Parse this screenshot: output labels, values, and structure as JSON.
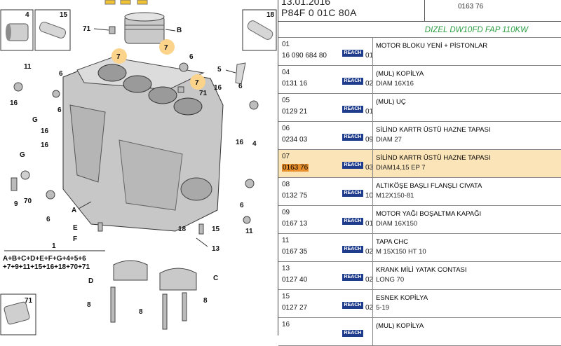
{
  "header": {
    "date": "13.01.2016",
    "model_code": "P84F 0 01C 80A",
    "selected_ref": "0163 76",
    "engine": "DIZEL DW10FD FAP 110KW"
  },
  "diagram": {
    "callouts": {
      "four": "4",
      "fifteen": "15",
      "eighteen": "18",
      "seventy_one": "71",
      "b": "B",
      "seven": "7",
      "five": "5",
      "eleven": "11",
      "six": "6",
      "sixteen": "16",
      "g": "G",
      "nine": "9",
      "seventy": "70",
      "a": "A",
      "e": "E",
      "f": "F",
      "one": "1",
      "d": "D",
      "c": "C",
      "eight": "8",
      "thirteen": "13"
    },
    "formula_line1": "A+B+C+D+E+F+G+4+5+6",
    "formula_line2": "+7+9+11+15+16+18+70+71"
  },
  "parts": [
    {
      "index": "01",
      "ref": "16 090 684 80",
      "badge": "REACH",
      "qty": "01",
      "name": "MOTOR BLOKU YENİ + PİSTONLAR",
      "desc": ""
    },
    {
      "index": "04",
      "ref": "0131 16",
      "badge": "REACH",
      "qty": "02",
      "name": "(MUL) KOPİLYA",
      "desc": "DIAM 16X16"
    },
    {
      "index": "05",
      "ref": "0129 21",
      "badge": "REACH",
      "qty": "01",
      "name": "(MUL) UÇ",
      "desc": ""
    },
    {
      "index": "06",
      "ref": "0234 03",
      "badge": "REACH",
      "qty": "09",
      "name": "SİLİND KARTR ÜSTÜ HAZNE TAPASI",
      "desc": "DIAM 27"
    },
    {
      "index": "07",
      "ref": "0163 76",
      "badge": "REACH",
      "qty": "03",
      "name": "SİLİND KARTR ÜSTÜ HAZNE TAPASI",
      "desc": "DIAM14,15 EP 7",
      "selected": true
    },
    {
      "index": "08",
      "ref": "0132 75",
      "badge": "REACH",
      "qty": "10",
      "name": "ALTIKÖŞE BAŞLI FLANŞLI CIVATA",
      "desc": "M12X150-81"
    },
    {
      "index": "09",
      "ref": "0167 13",
      "badge": "REACH",
      "qty": "01",
      "name": "MOTOR YAĞI BOŞALTMA KAPAĞI",
      "desc": "DIAM 16X150"
    },
    {
      "index": "11",
      "ref": "0167 35",
      "badge": "REACH",
      "qty": "02",
      "name": "TAPA CHC",
      "desc": "M 15X150 HT 10"
    },
    {
      "index": "13",
      "ref": "0127 40",
      "badge": "REACH",
      "qty": "02",
      "name": "KRANK MİLİ YATAK CONTASI",
      "desc": "LONG 70"
    },
    {
      "index": "15",
      "ref": "0127 27",
      "badge": "REACH",
      "qty": "02",
      "name": "ESNEK KOPİLYA",
      "desc": "5-19"
    },
    {
      "index": "16",
      "ref": "",
      "badge": "REACH",
      "qty": "",
      "name": "(MUL) KOPİLYA",
      "desc": ""
    }
  ]
}
